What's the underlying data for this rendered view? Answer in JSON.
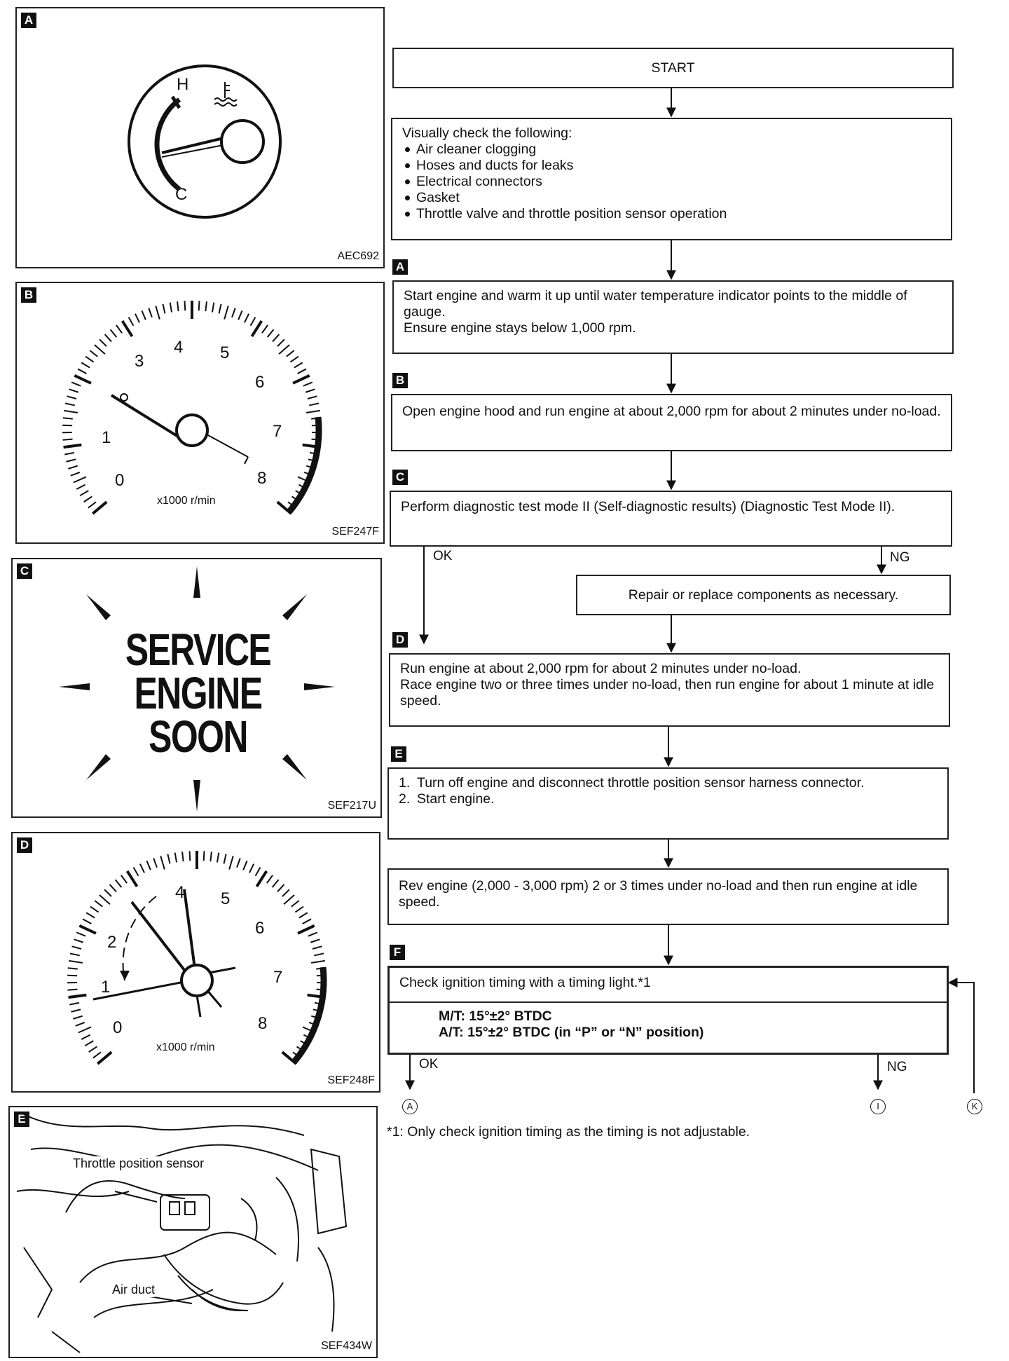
{
  "panels": {
    "a": {
      "letter": "A",
      "code": "AEC692",
      "gauge_h": "H",
      "gauge_c": "C"
    },
    "b": {
      "letter": "B",
      "code": "SEF247F",
      "unit": "x1000 r/min",
      "ticks": [
        "0",
        "1",
        "3",
        "4",
        "5",
        "6",
        "7",
        "8"
      ]
    },
    "c": {
      "letter": "C",
      "code": "SEF217U",
      "line1": "SERVICE",
      "line2": "ENGINE",
      "line3": "SOON"
    },
    "d": {
      "letter": "D",
      "code": "SEF248F",
      "unit": "x1000 r/min",
      "ticks": [
        "0",
        "1",
        "2",
        "4",
        "5",
        "6",
        "7",
        "8"
      ]
    },
    "e": {
      "letter": "E",
      "code": "SEF434W",
      "label1": "Throttle position sensor",
      "label2": "Air duct"
    }
  },
  "flow": {
    "start": "START",
    "visual": {
      "title": "Visually check the following:",
      "items": [
        "Air cleaner clogging",
        "Hoses and ducts for leaks",
        "Electrical connectors",
        "Gasket",
        "Throttle valve and throttle position sensor operation"
      ]
    },
    "step_a": {
      "tag": "A",
      "text1": "Start engine and warm it up until water temperature indicator points to the middle of gauge.",
      "text2": "Ensure engine stays below 1,000 rpm."
    },
    "step_b": {
      "tag": "B",
      "text": "Open engine hood and run engine at about 2,000 rpm for about 2 minutes under no-load."
    },
    "step_c": {
      "tag": "C",
      "text": "Perform diagnostic test mode II (Self-diagnostic results) (Diagnostic Test Mode II)."
    },
    "ok1": "OK",
    "ng1": "NG",
    "repair": "Repair or replace components as necessary.",
    "step_d": {
      "tag": "D",
      "text1": "Run engine at about 2,000 rpm for about 2 minutes under no-load.",
      "text2": "Race engine two or three times under no-load, then run engine for about 1 minute at idle speed."
    },
    "step_e": {
      "tag": "E",
      "items": [
        {
          "n": "1.",
          "t": "Turn off engine and disconnect throttle position sensor harness connector."
        },
        {
          "n": "2.",
          "t": "Start engine."
        }
      ]
    },
    "rev": "Rev engine (2,000 - 3,000 rpm) 2 or 3 times under no-load and then run engine at idle speed.",
    "step_f": {
      "tag": "F",
      "text": "Check ignition timing with a timing light.*1",
      "spec1": "M/T: 15°±2° BTDC",
      "spec2": "A/T: 15°±2° BTDC (in “P” or “N” position)"
    },
    "ok2": "OK",
    "ng2": "NG",
    "conn_a": "A",
    "conn_i": "I",
    "conn_k": "K",
    "footnote": "*1: Only check ignition timing as the timing is not adjustable."
  }
}
